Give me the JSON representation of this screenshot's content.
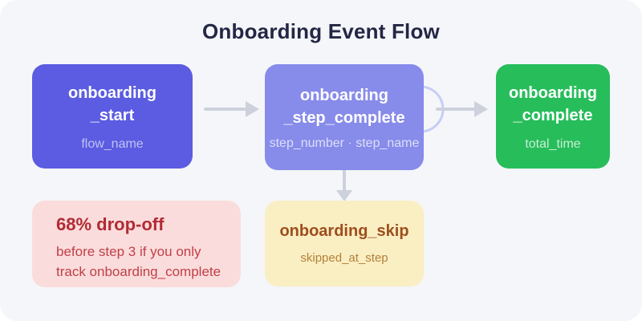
{
  "title": "Onboarding Event Flow",
  "nodes": [
    {
      "name_lines": [
        "onboarding",
        "_start"
      ],
      "params": "flow_name"
    },
    {
      "name_lines": [
        "onboarding",
        "_step_complete"
      ],
      "params": "step_number · step_name"
    },
    {
      "name_lines": [
        "onboarding",
        "_complete"
      ],
      "params": "total_time"
    }
  ],
  "skip_node": {
    "name": "onboarding_skip",
    "params": "skipped_at_step"
  },
  "callout": {
    "heading": "68% drop-off",
    "body_lines": [
      "before step 3 if you only",
      "track onboarding_complete"
    ]
  },
  "colors": {
    "canvas_bg": "#f5f6fa",
    "title_text": "#232744",
    "node_start_bg": "#5b5ce1",
    "node_step_complete_bg": "#878bea",
    "node_complete_bg": "#27bd5b",
    "callout_bg": "#fbdcdc",
    "callout_text": "#b02c34",
    "skip_bg": "#faeec3",
    "skip_text": "#9d4e1c",
    "arrow": "#ccd1db",
    "self_loop": "#c7cdf6"
  }
}
